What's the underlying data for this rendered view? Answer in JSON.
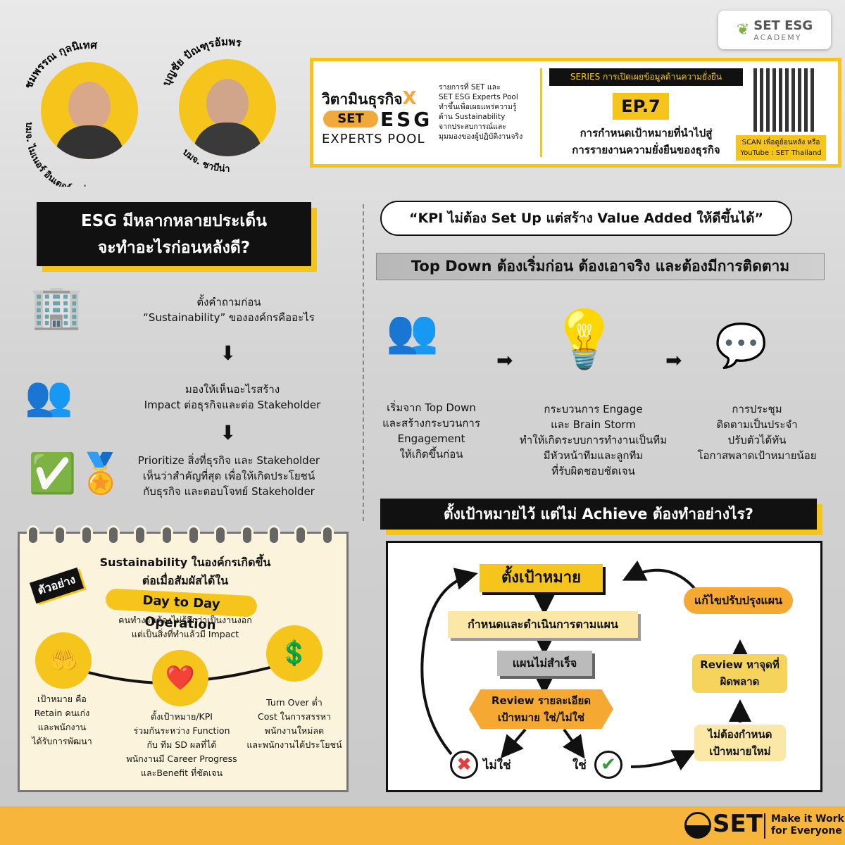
{
  "logo": {
    "brand": "SET ESG",
    "sub": "ACADEMY"
  },
  "speakers": [
    {
      "name": "ชมพรรณ กุลนิเทศ",
      "company": "บมจ. ไมเนอร์ อินเตอร์เนชั่นแนล"
    },
    {
      "name": "บุญชัย ปัณฑุรอัมพร",
      "company": "บมจ. ซาบีน่า"
    }
  ],
  "header": {
    "program": "วิตามินธุรกิจ",
    "x": "X",
    "set": "SET",
    "esg": "ESG",
    "pool": "EXPERTS POOL",
    "desc": [
      "รายการที่ SET และ",
      "SET ESG Experts Pool",
      "ทำขึ้นเพื่อเผยแพร่ความรู้",
      "ด้าน Sustainability",
      "จากประสบการณ์และ",
      "มุมมองของผู้ปฏิบัติงานจริง"
    ],
    "series": "SERIES การเปิดเผยข้อมูลด้านความยั่งยืน",
    "episode": "EP.7",
    "title": [
      "การกำหนดเป้าหมายที่นำไปสู่",
      "การรายงานความยั่งยืนของธุรกิจ"
    ],
    "scan": [
      "SCAN เพื่อดูย้อนหลัง หรือ",
      "YouTube : SET Thailand"
    ]
  },
  "left": {
    "heading": [
      "ESG มีหลากหลายประเด็น",
      "จะทำอะไรก่อนหลังดี?"
    ],
    "steps": [
      [
        "ตั้งคำถามก่อน",
        "“Sustainability” ขององค์กรคืออะไร"
      ],
      [
        "มองให้เห็นอะไรสร้าง",
        "Impact ต่อธุรกิจและต่อ Stakeholder"
      ],
      [
        "Prioritize สิ่งที่ธุรกิจ และ Stakeholder",
        "เห็นว่าสำคัญที่สุด เพื่อให้เกิดประโยชน์",
        "กับธุรกิจ และตอบโจทย์ Stakeholder"
      ]
    ]
  },
  "example": {
    "tag": "ตัวอย่าง",
    "title": [
      "Sustainability ในองค์กรเกิดขึ้น",
      "ต่อเมื่อสัมผัสได้ใน"
    ],
    "highlight": "Day to Day Operation",
    "sub": [
      "คนทำงานต้องไม่รู้สึกว่าเป็นงานงอก",
      "แต่เป็นสิ่งที่ทำแล้วมี Impact"
    ],
    "items": [
      [
        "เป้าหมาย คือ",
        "Retain คนเก่ง",
        "และพนักงาน",
        "ได้รับการพัฒนา"
      ],
      [
        "ตั้งเป้าหมาย/KPI",
        "ร่วมกันระหว่าง Function",
        "กับ ทีม SD ผลที่ได้",
        "พนักงานมี Career Progress",
        "และBenefit ที่ชัดเจน"
      ],
      [
        "Turn Over ต่ำ",
        "Cost ในการสรรหา",
        "พนักงานใหม่ลด",
        "และพนักงานได้ประโยชน์"
      ]
    ]
  },
  "right": {
    "quote": "“KPI ไม่ต้อง Set Up แต่สร้าง Value Added ให้ดีขึ้นได้”",
    "bar": "Top Down ต้องเริ่มก่อน ต้องเอาจริง และต้องมีการติดตาม",
    "cols": [
      [
        "เริ่มจาก Top Down",
        "และสร้างกระบวนการ",
        "Engagement",
        "ให้เกิดขึ้นก่อน"
      ],
      [
        "กระบวนการ Engage",
        "และ Brain Storm",
        "ทำให้เกิดระบบการทำงานเป็นทีม",
        "มีหัวหน้าทีมและลูกทีม",
        "ที่รับผิดชอบชัดเจน"
      ],
      [
        "การประชุม",
        "ติดตามเป็นประจำ",
        "ปรับตัวได้ทัน",
        "โอกาสพลาดเป้าหมายน้อย"
      ]
    ],
    "heading": "ตั้งเป้าหมายไว้ แต่ไม่ Achieve ต้องทำอย่างไร?"
  },
  "flow": {
    "set_goal": "ตั้งเป้าหมาย",
    "execute": "กำหนดและดำเนินการตามแผน",
    "fail": "แผนไม่สำเร็จ",
    "review": [
      "Review รายละเอียด",
      "เป้าหมาย ใช่/ไม่ใช่"
    ],
    "no": "ไม่ใช่",
    "yes": "ใช่",
    "no_new": [
      "ไม่ต้องกำหนด",
      "เป้าหมายใหม่"
    ],
    "review_err": [
      "Review หาจุดที่",
      "ผิดพลาด"
    ],
    "fix": "แก้ไขปรับปรุงแผน"
  },
  "footer": {
    "brand": "SET",
    "tag1": "Make it Work",
    "tag2": "for Everyone"
  }
}
